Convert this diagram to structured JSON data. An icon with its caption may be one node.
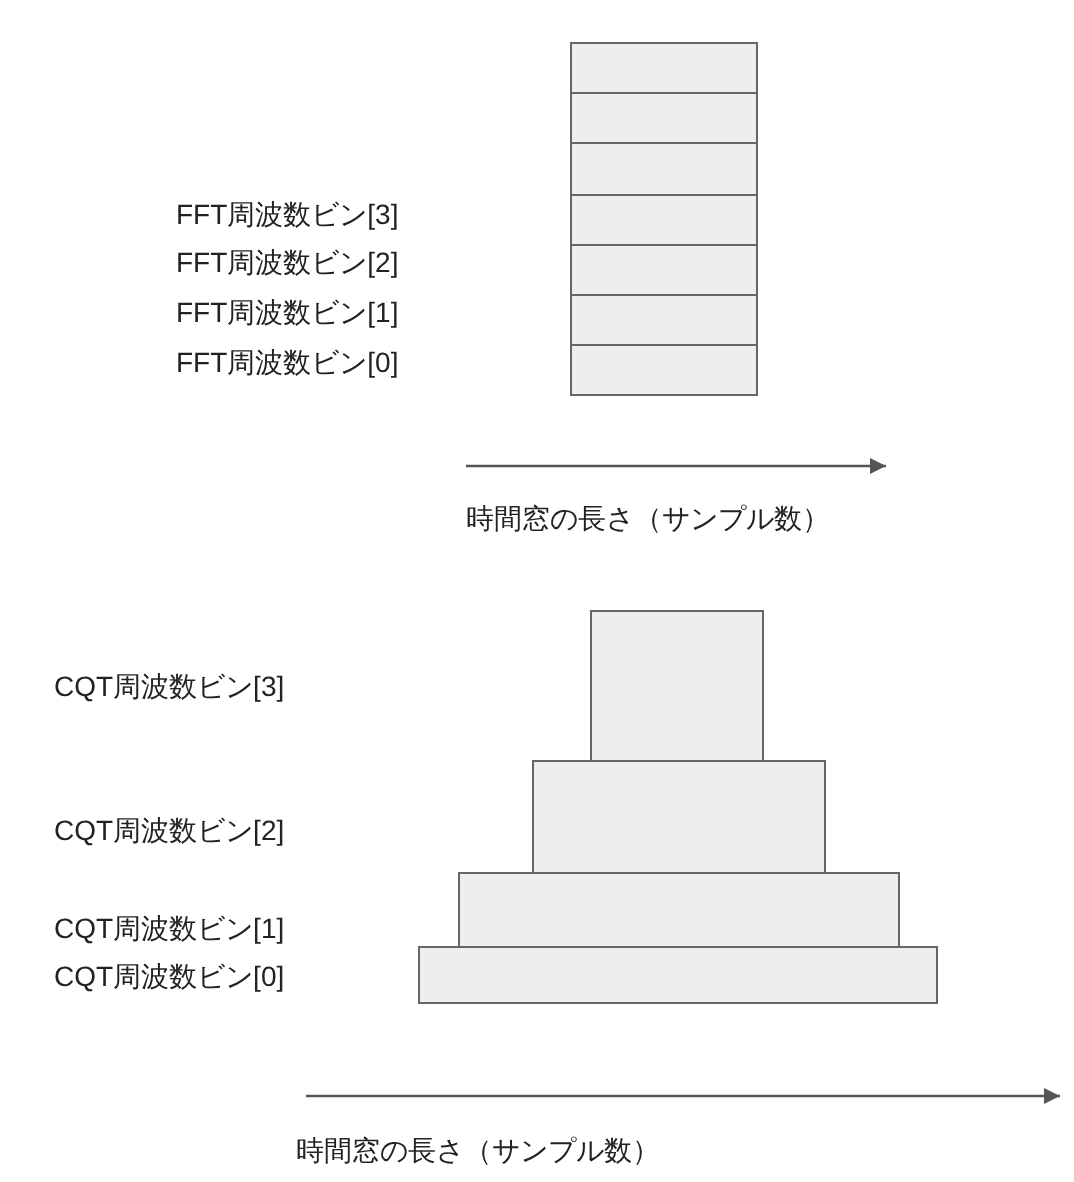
{
  "diagram": {
    "nodes": [
      {
        "text": [],
        "shape": "box"
      },
      {
        "text": [],
        "shape": "box"
      },
      {
        "text": [],
        "shape": "box"
      },
      {
        "text": [],
        "shape": "box"
      },
      {
        "text": [],
        "shape": "box"
      },
      {
        "text": [],
        "shape": "box"
      },
      {
        "text": [],
        "shape": "box"
      },
      {
        "text": [],
        "shape": "box"
      },
      {
        "text": [],
        "shape": "box"
      },
      {
        "text": [],
        "shape": "box"
      },
      {
        "text": [],
        "shape": "box"
      }
    ],
    "labels": [
      "FFT周波数ビン[3]",
      "FFT周波数ビン[2]",
      "FFT周波数ビン[1]",
      "FFT周波数ビン[0]",
      "時間窓の長さ（サンプル数）",
      "CQT周波数ビン[3]",
      "CQT周波数ビン[2]",
      "CQT周波数ビン[1]",
      "CQT周波数ビン[0]",
      "時間窓の長さ（サンプル数）"
    ]
  }
}
